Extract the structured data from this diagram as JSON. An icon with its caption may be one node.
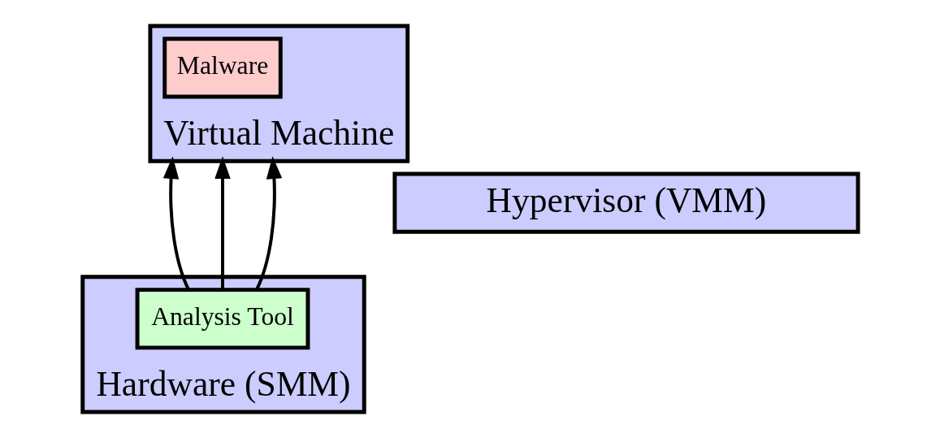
{
  "diagram": {
    "nodes": [
      {
        "text": [
          "Virtual Machine"
        ]
      },
      {
        "text": [
          "Malware"
        ],
        "in": 0
      },
      {
        "text": [
          "Hypervisor (VMM)"
        ]
      },
      {
        "text": [
          "Hardware (SMM)"
        ]
      },
      {
        "text": [
          "Analysis Tool"
        ],
        "in": 3
      }
    ],
    "edges": [
      {
        "from": 4,
        "to": 0,
        "arrow": "to"
      },
      {
        "from": 4,
        "to": 0,
        "arrow": "to"
      },
      {
        "from": 4,
        "to": 0,
        "arrow": "to"
      }
    ]
  }
}
